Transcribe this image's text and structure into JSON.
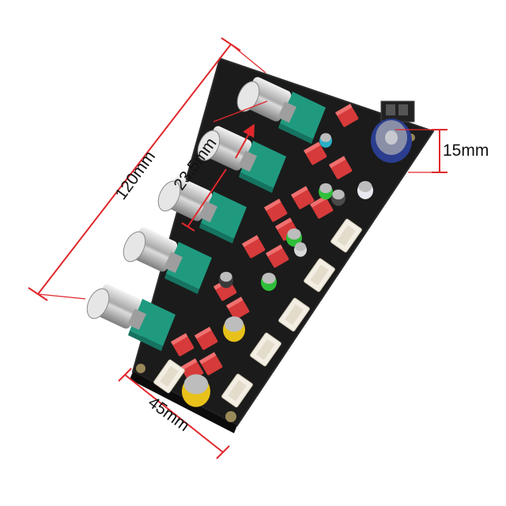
{
  "dimensions": {
    "length": "120mm",
    "width": "45mm",
    "knob_spacing": "23.5mm",
    "height": "15mm"
  },
  "colors": {
    "board": "#1b1b1b",
    "dimension_line": "#e0282c",
    "potentiometer": "#1f9a7f",
    "film_capacitor": "#d63a3a",
    "connector": "#f3eee4",
    "electrolytic_green": "#2fbf3a",
    "electrolytic_yellow": "#e8c21a",
    "electrolytic_large": "#2a3d8f",
    "knob_metal": "#c9c9c9"
  },
  "components": {
    "knob_count": 5,
    "connector_count": 6
  }
}
